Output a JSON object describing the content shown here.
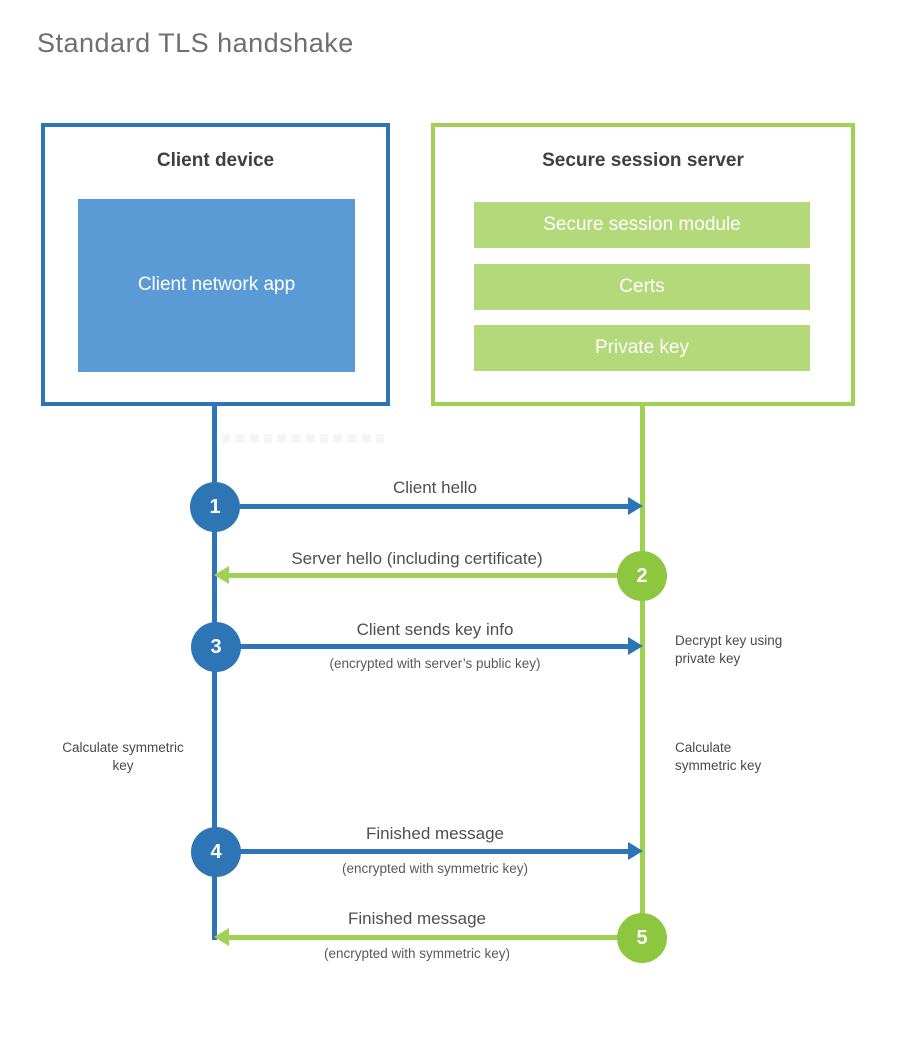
{
  "title": "Standard TLS handshake",
  "client": {
    "title": "Client device",
    "app": "Client network app"
  },
  "server": {
    "title": "Secure session server",
    "modules": [
      "Secure session module",
      "Certs",
      "Private key"
    ]
  },
  "steps": [
    {
      "number": "1",
      "label": "Client hello"
    },
    {
      "number": "2",
      "label": "Server hello (including certificate)"
    },
    {
      "number": "3",
      "label": "Client sends key info",
      "sublabel": "(encrypted with server’s public key)"
    },
    {
      "number": "4",
      "label": "Finished message",
      "sublabel": "(encrypted with symmetric key)"
    },
    {
      "number": "5",
      "label": "Finished message",
      "sublabel": "(encrypted with symmetric key)"
    }
  ],
  "notes": {
    "decrypt": "Decrypt key using private key",
    "calc_left": "Calculate symmetric key",
    "calc_right": "Calculate symmetric key"
  },
  "colors": {
    "blue": "#2e75b6",
    "blue_light": "#5b9bd5",
    "green_circle": "#8dc63f",
    "green_line": "#a0d154",
    "green_bar": "#b3d97a"
  }
}
